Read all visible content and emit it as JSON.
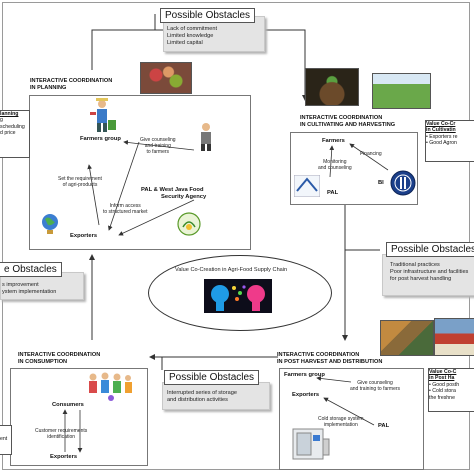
{
  "obstacles": {
    "top": {
      "title": "Possible Obstacles",
      "lines": [
        "Lack of commitment",
        "Limited knowledge",
        "Limited capital"
      ]
    },
    "right": {
      "title": "Possible Obstacles",
      "lines": [
        "Traditional practices",
        "Poor infrastructure and facilities",
        "for post harvest handling"
      ]
    },
    "left": {
      "title": "e Obstacles",
      "lines": [
        "s improvement",
        "ystem implementation"
      ]
    },
    "bottom": {
      "title": "Possible Obstacles",
      "lines": [
        "Interrupted series of storage",
        "and distribution activities"
      ]
    }
  },
  "center": {
    "label": "Value Co-Creation in Agri-Food Supply Chain"
  },
  "planning": {
    "title_line1": "INTERACTIVE COORDINATION",
    "title_line2": "IN PLANNING",
    "farmers": "Farmers group",
    "counsel": [
      "Give counseling",
      "and training",
      "to farmers"
    ],
    "requirement": [
      "Set the requirement",
      "of agri-products"
    ],
    "agency": [
      "PAL & West Java Food",
      "Security Agency"
    ],
    "inform": [
      "Inform access",
      "to structured market"
    ],
    "exporters": "Exporters"
  },
  "left_cut": {
    "heading": "lanning",
    "lines": [
      "g scheduling",
      "d price"
    ]
  },
  "cultivating": {
    "title_line1": "INTERACTIVE COORDINATION",
    "title_line2": "IN CULTIVATING AND HARVESTING",
    "farmers": "Farmers",
    "financing": "Financing",
    "monitoring": [
      "Monitoring",
      "and counseling"
    ],
    "pal": "PAL",
    "bi": "BI"
  },
  "right_cut_top": {
    "heading": "Value Co-Cr",
    "heading2": "in Cultivatin",
    "lines": [
      "• Exporters re",
      "• Good Agron"
    ]
  },
  "distribution": {
    "title_line1": "INTERACTIVE COORDINATION",
    "title_line2": "IN POST HARVEST AND DISTRIBUTION",
    "farmers": "Farmers group",
    "exporters": "Exporters",
    "counsel": [
      "Give counseling",
      "and training to farmers"
    ],
    "cold": [
      "Cold storage system",
      "implementation"
    ],
    "pal": "PAL"
  },
  "right_cut_bottom": {
    "heading": "Value Co-C",
    "heading2": "in Post Ha",
    "lines": [
      "• Good posth",
      "• Cold stora",
      "the freshne"
    ]
  },
  "consumption": {
    "title_line1": "INTERACTIVE COORDINATION",
    "title_line2": "IN CONSUMPTION",
    "consumers": "Consumers",
    "requirements": [
      "Customer requirements",
      "identification"
    ],
    "exporters": "Exporters"
  },
  "left_cut_bottom": {
    "lines": [
      "ent"
    ]
  },
  "colors": {
    "panel_border": "#777777",
    "obstacle_bg": "#e4e4e4",
    "arrow": "#333333"
  }
}
